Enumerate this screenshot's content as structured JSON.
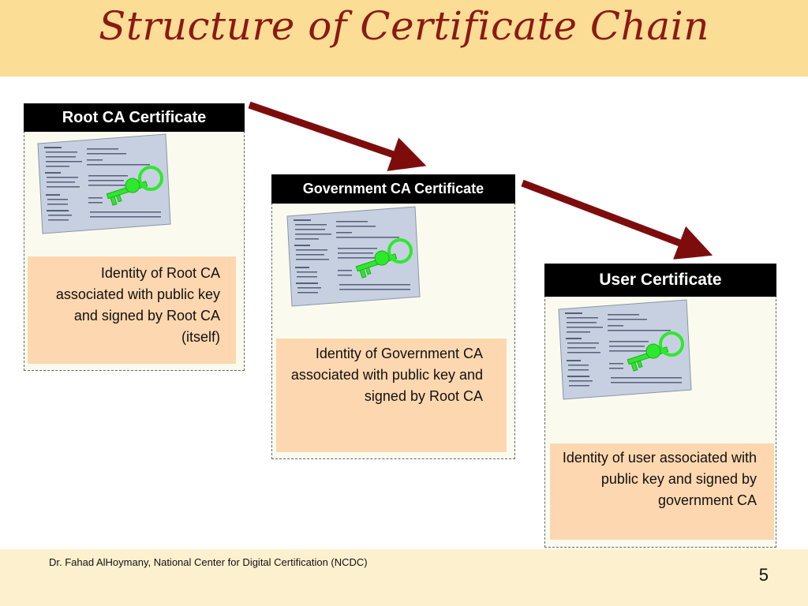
{
  "title": "Structure of Certificate Chain",
  "colors": {
    "header_bg": "#fbdd96",
    "title": "#8b1a12",
    "arrow": "#7d0d0d",
    "label_bg": "#000000",
    "desc_bg": "#fdd7b0",
    "panel_bg": "#fafbee",
    "key": "#2ee82e"
  },
  "certificates": [
    {
      "label": "Root CA Certificate",
      "description": "Identity of Root CA associated with public key and signed by Root CA (itself)",
      "icon": "certificate-key-icon"
    },
    {
      "label": "Government CA Certificate",
      "description": "Identity of Government CA associated with public key and signed by Root CA",
      "icon": "certificate-key-icon"
    },
    {
      "label": "User Certificate",
      "description": "Identity of user associated with public key and signed by government CA",
      "icon": "certificate-key-icon"
    }
  ],
  "footer": {
    "credit": "Dr. Fahad AlHoymany, National Center for Digital Certification (NCDC)",
    "page": "5"
  }
}
